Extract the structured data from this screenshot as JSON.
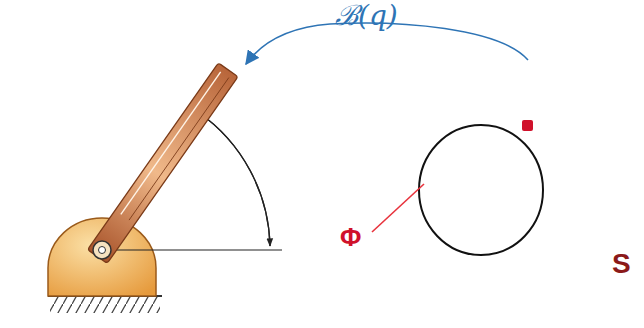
{
  "diagram": {
    "labels": [
      "ℬ(q)",
      "Φ",
      "S"
    ]
  }
}
